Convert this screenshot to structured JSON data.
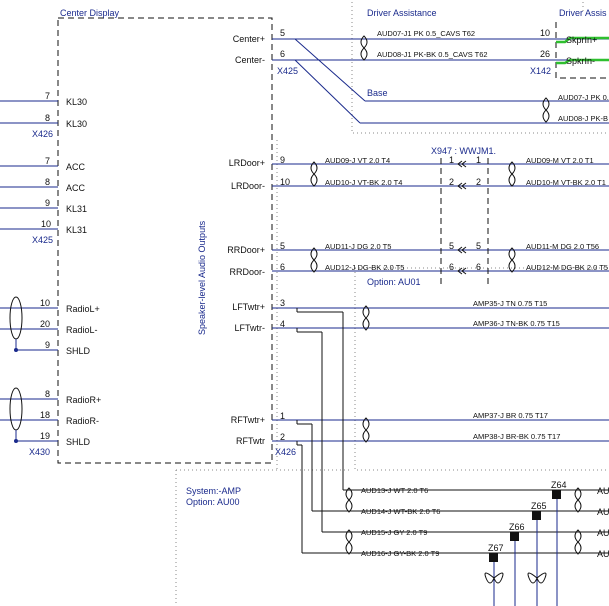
{
  "blocks": {
    "center_display": "Center Display",
    "driver_assistance": "Driver Assistance",
    "driver_assis_right": "Driver Assis",
    "base": "Base",
    "option_au01": "Option: AU01",
    "system_amp": "System:-AMP",
    "option_au00": "Option: AU00",
    "speaker_outputs": "Speaker-level Audio Outputs",
    "wwjm1": "X947 : WWJM1."
  },
  "left_pins": [
    {
      "pin": "7",
      "label": "KL30"
    },
    {
      "pin": "8",
      "label": "KL30"
    },
    {
      "pin": "7",
      "label": "ACC"
    },
    {
      "pin": "8",
      "label": "ACC"
    },
    {
      "pin": "9",
      "label": "KL31"
    },
    {
      "pin": "10",
      "label": "KL31"
    },
    {
      "pin": "10",
      "label": "RadioL+"
    },
    {
      "pin": "20",
      "label": "RadioL-"
    },
    {
      "pin": "9",
      "label": "SHLD"
    },
    {
      "pin": "8",
      "label": "RadioR+"
    },
    {
      "pin": "18",
      "label": "RadioR-"
    },
    {
      "pin": "19",
      "label": "SHLD"
    }
  ],
  "left_connectors": [
    "X426",
    "X425",
    "X430"
  ],
  "right_pins": [
    {
      "pin": "5",
      "label": "Center+"
    },
    {
      "pin": "6",
      "label": "Center-"
    },
    {
      "pin": "9",
      "label": "LRDoor+"
    },
    {
      "pin": "10",
      "label": "LRDoor-"
    },
    {
      "pin": "5",
      "label": "RRDoor+"
    },
    {
      "pin": "6",
      "label": "RRDoor-"
    },
    {
      "pin": "3",
      "label": "LFTwtr+"
    },
    {
      "pin": "4",
      "label": "LFTwtr-"
    },
    {
      "pin": "1",
      "label": "RFTwtr+"
    },
    {
      "pin": "2",
      "label": "RFTwtr"
    }
  ],
  "right_connectors": [
    "X425",
    "X426"
  ],
  "wires": [
    "AUD07-J1 PK 0.5_CAVS T62",
    "AUD08-J1 PK-BK 0.5_CAVS T62",
    "AUD09-J VT 2.0 T4",
    "AUD10-J VT-BK 2.0 T4",
    "AUD11-J DG 2.0 T5",
    "AUD12-J DG-BK 2.0 T5",
    "AUD09-M VT 2.0 T1",
    "AUD10-M VT-BK 2.0 T1",
    "AUD11-M DG 2.0 T56",
    "AUD12-M DG-BK 2.0 T5",
    "AUD07-J PK 0.",
    "AUD08-J PK-B",
    "AMP35-J TN 0.75 T15",
    "AMP36-J TN-BK 0.75 T15",
    "AMP37-J BR 0.75 T17",
    "AMP38-J BR-BK 0.75 T17",
    "AUD13-J WT 2.0 T6",
    "AUD14-J WT-BK 2.0 T6",
    "AUD15-J GY 2.0 T9",
    "AUD16-J GY-BK 2.0 T9"
  ],
  "wwjm1_pins": [
    "1",
    "2",
    "5",
    "6"
  ],
  "driver_pins": [
    {
      "pin": "10",
      "label": "SkprIn+"
    },
    {
      "pin": "26",
      "label": "SpkrIn-"
    }
  ],
  "driver_connector": "X142",
  "splices": [
    "Z64",
    "Z65",
    "Z66",
    "Z67"
  ],
  "au_stub": "AU"
}
